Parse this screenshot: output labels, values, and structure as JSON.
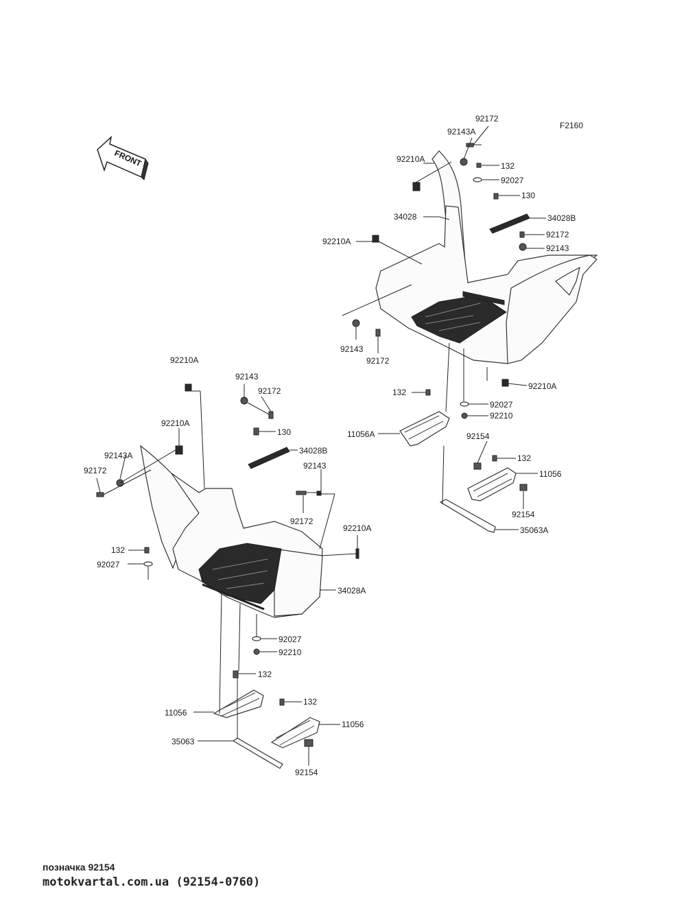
{
  "figure_code": "F2160",
  "front_label": "FRONT",
  "labels": {
    "tr_92172_top": "92172",
    "tr_92143A": "92143A",
    "tr_92210A_top": "92210A",
    "tr_132_top": "132",
    "tr_92027_top": "92027",
    "tr_130": "130",
    "tr_34028": "34028",
    "tr_34028B": "34028B",
    "tr_92210A_mid": "92210A",
    "tr_92172_mid": "92172",
    "tr_92143_mid": "92143",
    "tr_92143_low": "92143",
    "tr_92172_low": "92172",
    "tr_92210A_low": "92210A",
    "tr_132_b": "132",
    "tr_92027_b": "92027",
    "tr_92210_b": "92210",
    "tr_11056A": "11056A",
    "tr_92154_a": "92154",
    "tr_132_c": "132",
    "tr_11056": "11056",
    "tr_92154_b": "92154",
    "tr_35063A": "35063A",
    "bl_92210A_a": "92210A",
    "bl_92143_a": "92143",
    "bl_92172_a": "92172",
    "bl_92210A_b": "92210A",
    "bl_130": "130",
    "bl_92143A": "92143A",
    "bl_34028B": "34028B",
    "bl_92172_b": "92172",
    "bl_92143_b": "92143",
    "bl_92172_c": "92172",
    "bl_92210A_c": "92210A",
    "bl_132_a": "132",
    "bl_92027_a": "92027",
    "bl_34028A": "34028A",
    "bl_92027_b": "92027",
    "bl_92210": "92210",
    "bl_132_b": "132",
    "bl_11056_a": "11056",
    "bl_132_c": "132",
    "bl_11056_b": "11056",
    "bl_35063": "35063",
    "bl_92154": "92154"
  },
  "footer": {
    "caption": "позначка 92154",
    "source": "motokvartal.com.ua (92154-0760)"
  }
}
